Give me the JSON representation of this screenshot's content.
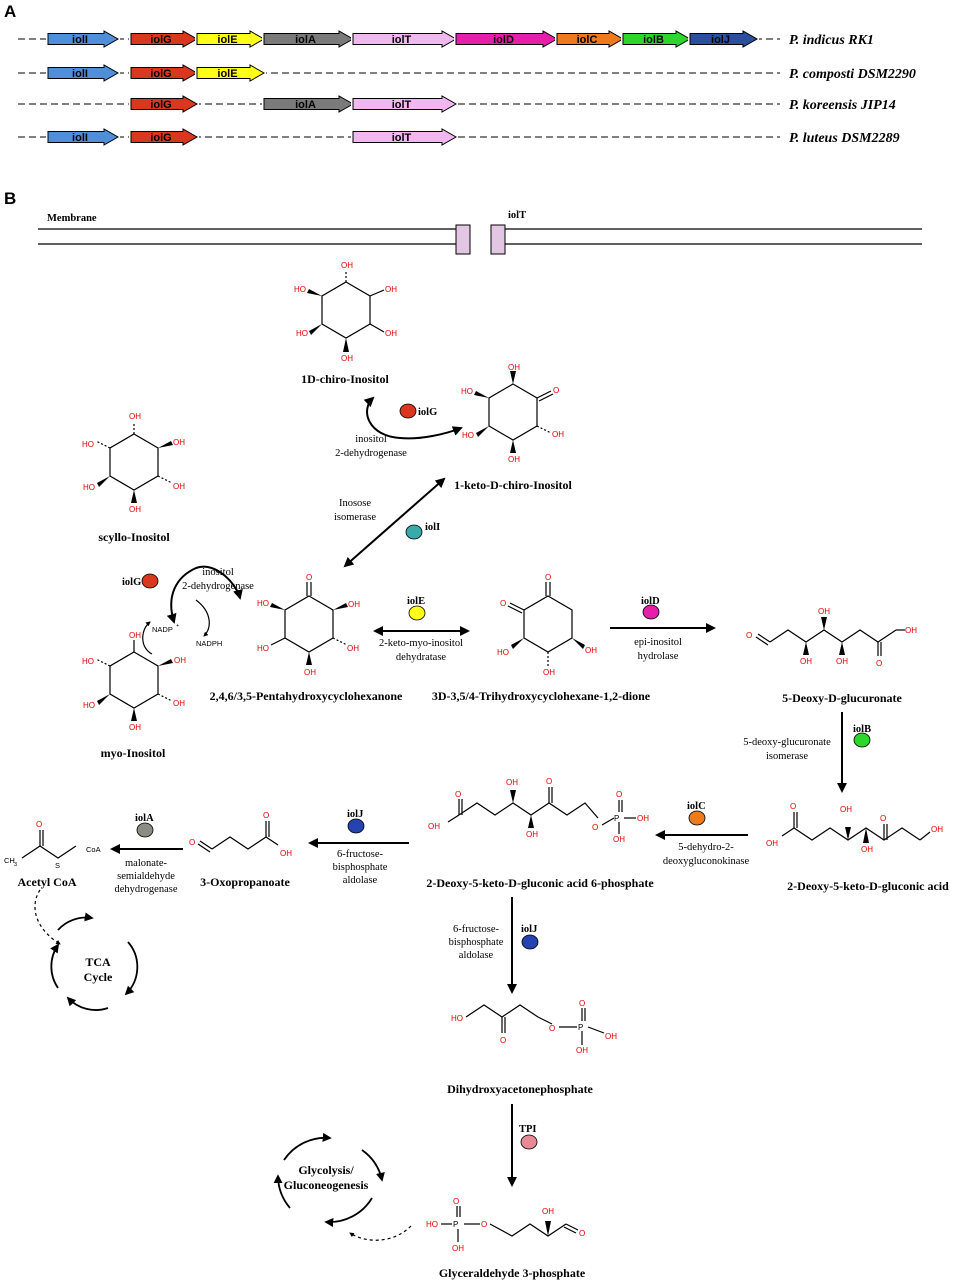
{
  "panel_labels": [
    "A",
    "B"
  ],
  "colors": {
    "iolI": "#4f8fd9",
    "iolG": "#d9381e",
    "iolE": "#ffff1a",
    "iolA": "#7a7a7a",
    "iolT": "#f1b8f0",
    "iolD": "#e61ea8",
    "iolC": "#ee7a1c",
    "iolB": "#2cd62c",
    "iolJ": "#2a4f9c",
    "iolI_dot": "#3aa9aa",
    "iolA_dot": "#8b8d85",
    "iolJ_dot": "#2443b0",
    "TPI_dot": "#e88a96",
    "oxygen": "#e00000"
  },
  "operons": [
    {
      "species": "P. indicus RK1",
      "genes": [
        "iolI",
        "iolG",
        "iolE",
        "iolA",
        "iolT",
        "iolD",
        "iolC",
        "iolB",
        "iolJ"
      ]
    },
    {
      "species": "P. composti DSM2290",
      "genes": [
        "iolI",
        "iolG",
        "iolE"
      ]
    },
    {
      "species": "P. koreensis JIP14",
      "genes": [
        "iolG",
        "iolA",
        "iolT"
      ]
    },
    {
      "species": "P. luteus DSM2289",
      "genes": [
        "iolI",
        "iolG",
        "iolT"
      ]
    }
  ],
  "membrane": {
    "label": "Membrane",
    "transporter": "iolT"
  },
  "compounds": {
    "chiro": "1D-chiro-Inositol",
    "ketochiro": "1-keto-D-chiro-Inositol",
    "scyllo": "scyllo-Inositol",
    "myo": "myo-Inositol",
    "penta": "2,4,6/3,5-Pentahydroxycyclohexanone",
    "trihydroxy": "3D-3,5/4-Trihydroxycyclohexane-1,2-dione",
    "deoxyglucuronate": "5-Deoxy-D-glucuronate",
    "dkg": "2-Deoxy-5-keto-D-gluconic acid",
    "dkgp": "2-Deoxy-5-keto-D-gluconic acid 6-phosphate",
    "oxopropanoate": "3-Oxopropanoate",
    "acetylcoa": "Acetyl CoA",
    "dhap": "Dihydroxyacetonephosphate",
    "g3p": "Glyceraldehyde 3-phosphate",
    "tca1": "TCA",
    "tca2": "Cycle",
    "glyco1": "Glycolysis/",
    "glyco2": "Gluconeogenesis"
  },
  "enzymes": {
    "inositol_dh_top_1": "inositol",
    "inositol_dh_top_2": "2-dehydrogenase",
    "isomerase_1": "Inosose",
    "isomerase_2": "isomerase",
    "inositol_dh_left_1": "inositol",
    "inositol_dh_left_2": "2-dehydrogenase",
    "nadp": "NADP",
    "nadp_sup": "+",
    "nadph": "NADPH",
    "dehydratase_1": "2-keto-myo-inositol",
    "dehydratase_2": "dehydratase",
    "hydrolase_1": "epi-inositol",
    "hydrolase_2": "hydrolase",
    "deoxy_isomerase_1": "5-deoxy-glucuronate",
    "deoxy_isomerase_2": "isomerase",
    "kinase_1": "5-dehydro-2-",
    "kinase_2": "deoxygluconokinase",
    "aldolase1_1": "6-fructose-",
    "aldolase1_2": "bisphosphate",
    "aldolase1_3": "aldolase",
    "malonate_1": "malonate-",
    "malonate_2": "semialdehyde",
    "malonate_3": "dehydrogenase",
    "aldolase2_1": "6-fructose-",
    "aldolase2_2": "bisphosphate",
    "aldolase2_3": "aldolase"
  },
  "gene_tags": {
    "iolG_top": "iolG",
    "iolI": "iolI",
    "iolG_left": "iolG",
    "iolE": "iolE",
    "iolD": "iolD",
    "iolB": "iolB",
    "iolC": "iolC",
    "iolJ_left": "iolJ",
    "iolA": "iolA",
    "iolJ_down": "iolJ",
    "TPI": "TPI"
  },
  "atoms": {
    "OH": "OH",
    "HO": "HO",
    "O": "O",
    "P": "P",
    "S": "S",
    "CoA": "CoA",
    "CH3": "CH",
    "CH3_sub": "3"
  }
}
